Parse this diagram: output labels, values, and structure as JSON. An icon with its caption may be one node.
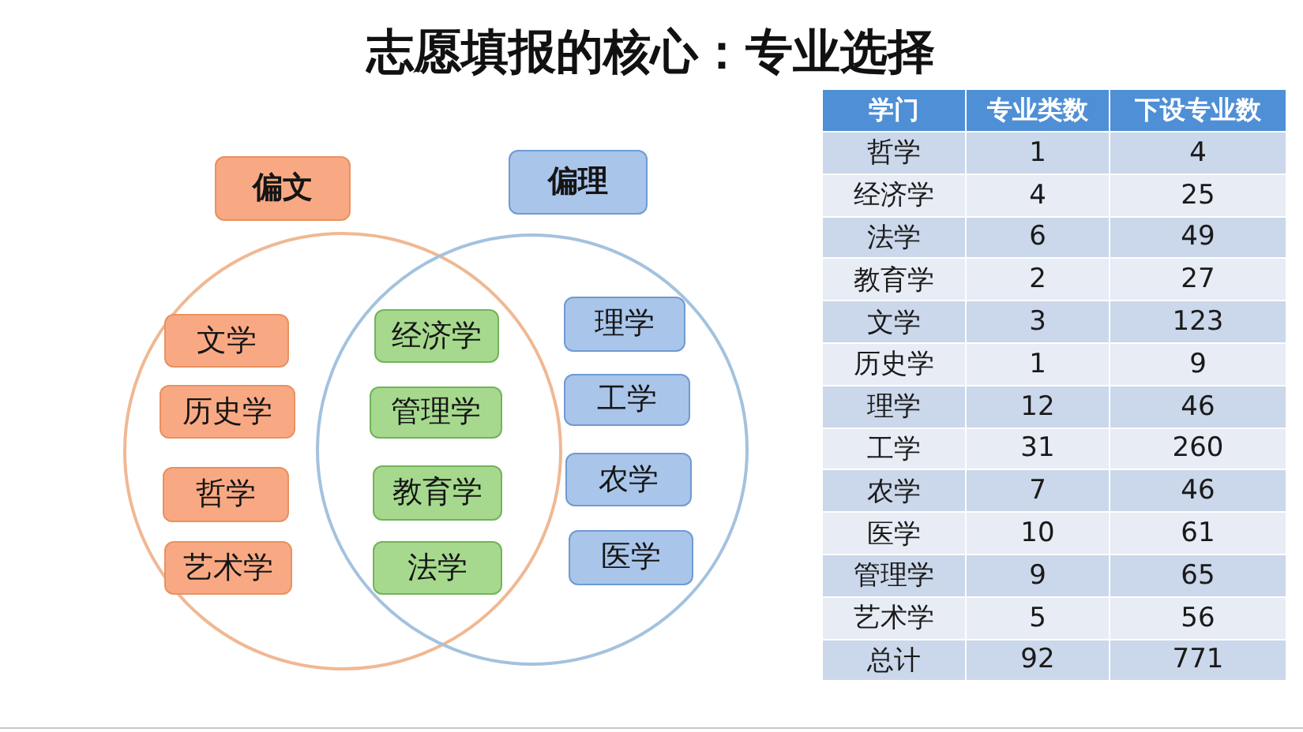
{
  "diagram": {
    "title": "志愿填报的核心：专业选择",
    "nodes": [
      {
        "text": [
          "偏文"
        ]
      },
      {
        "text": [
          "偏理"
        ]
      },
      {
        "text": [
          "文学"
        ]
      },
      {
        "text": [
          "历史学"
        ]
      },
      {
        "text": [
          "哲学"
        ]
      },
      {
        "text": [
          "艺术学"
        ]
      },
      {
        "text": [
          "经济学"
        ]
      },
      {
        "text": [
          "管理学"
        ]
      },
      {
        "text": [
          "教育学"
        ]
      },
      {
        "text": [
          "法学"
        ]
      },
      {
        "text": [
          "理学"
        ]
      },
      {
        "text": [
          "工学"
        ]
      },
      {
        "text": [
          "农学"
        ]
      },
      {
        "text": [
          "医学"
        ]
      }
    ],
    "labels": [
      "学门",
      "专业类数",
      "下设专业数",
      "哲学",
      "1",
      "4",
      "经济学",
      "4",
      "25",
      "法学",
      "6",
      "49",
      "教育学",
      "2",
      "27",
      "文学",
      "3",
      "123",
      "历史学",
      "1",
      "9",
      "理学",
      "12",
      "46",
      "工学",
      "31",
      "260",
      "农学",
      "7",
      "46",
      "医学",
      "10",
      "61",
      "管理学",
      "9",
      "65",
      "艺术学",
      "5",
      "56",
      "总计",
      "92",
      "771"
    ]
  }
}
